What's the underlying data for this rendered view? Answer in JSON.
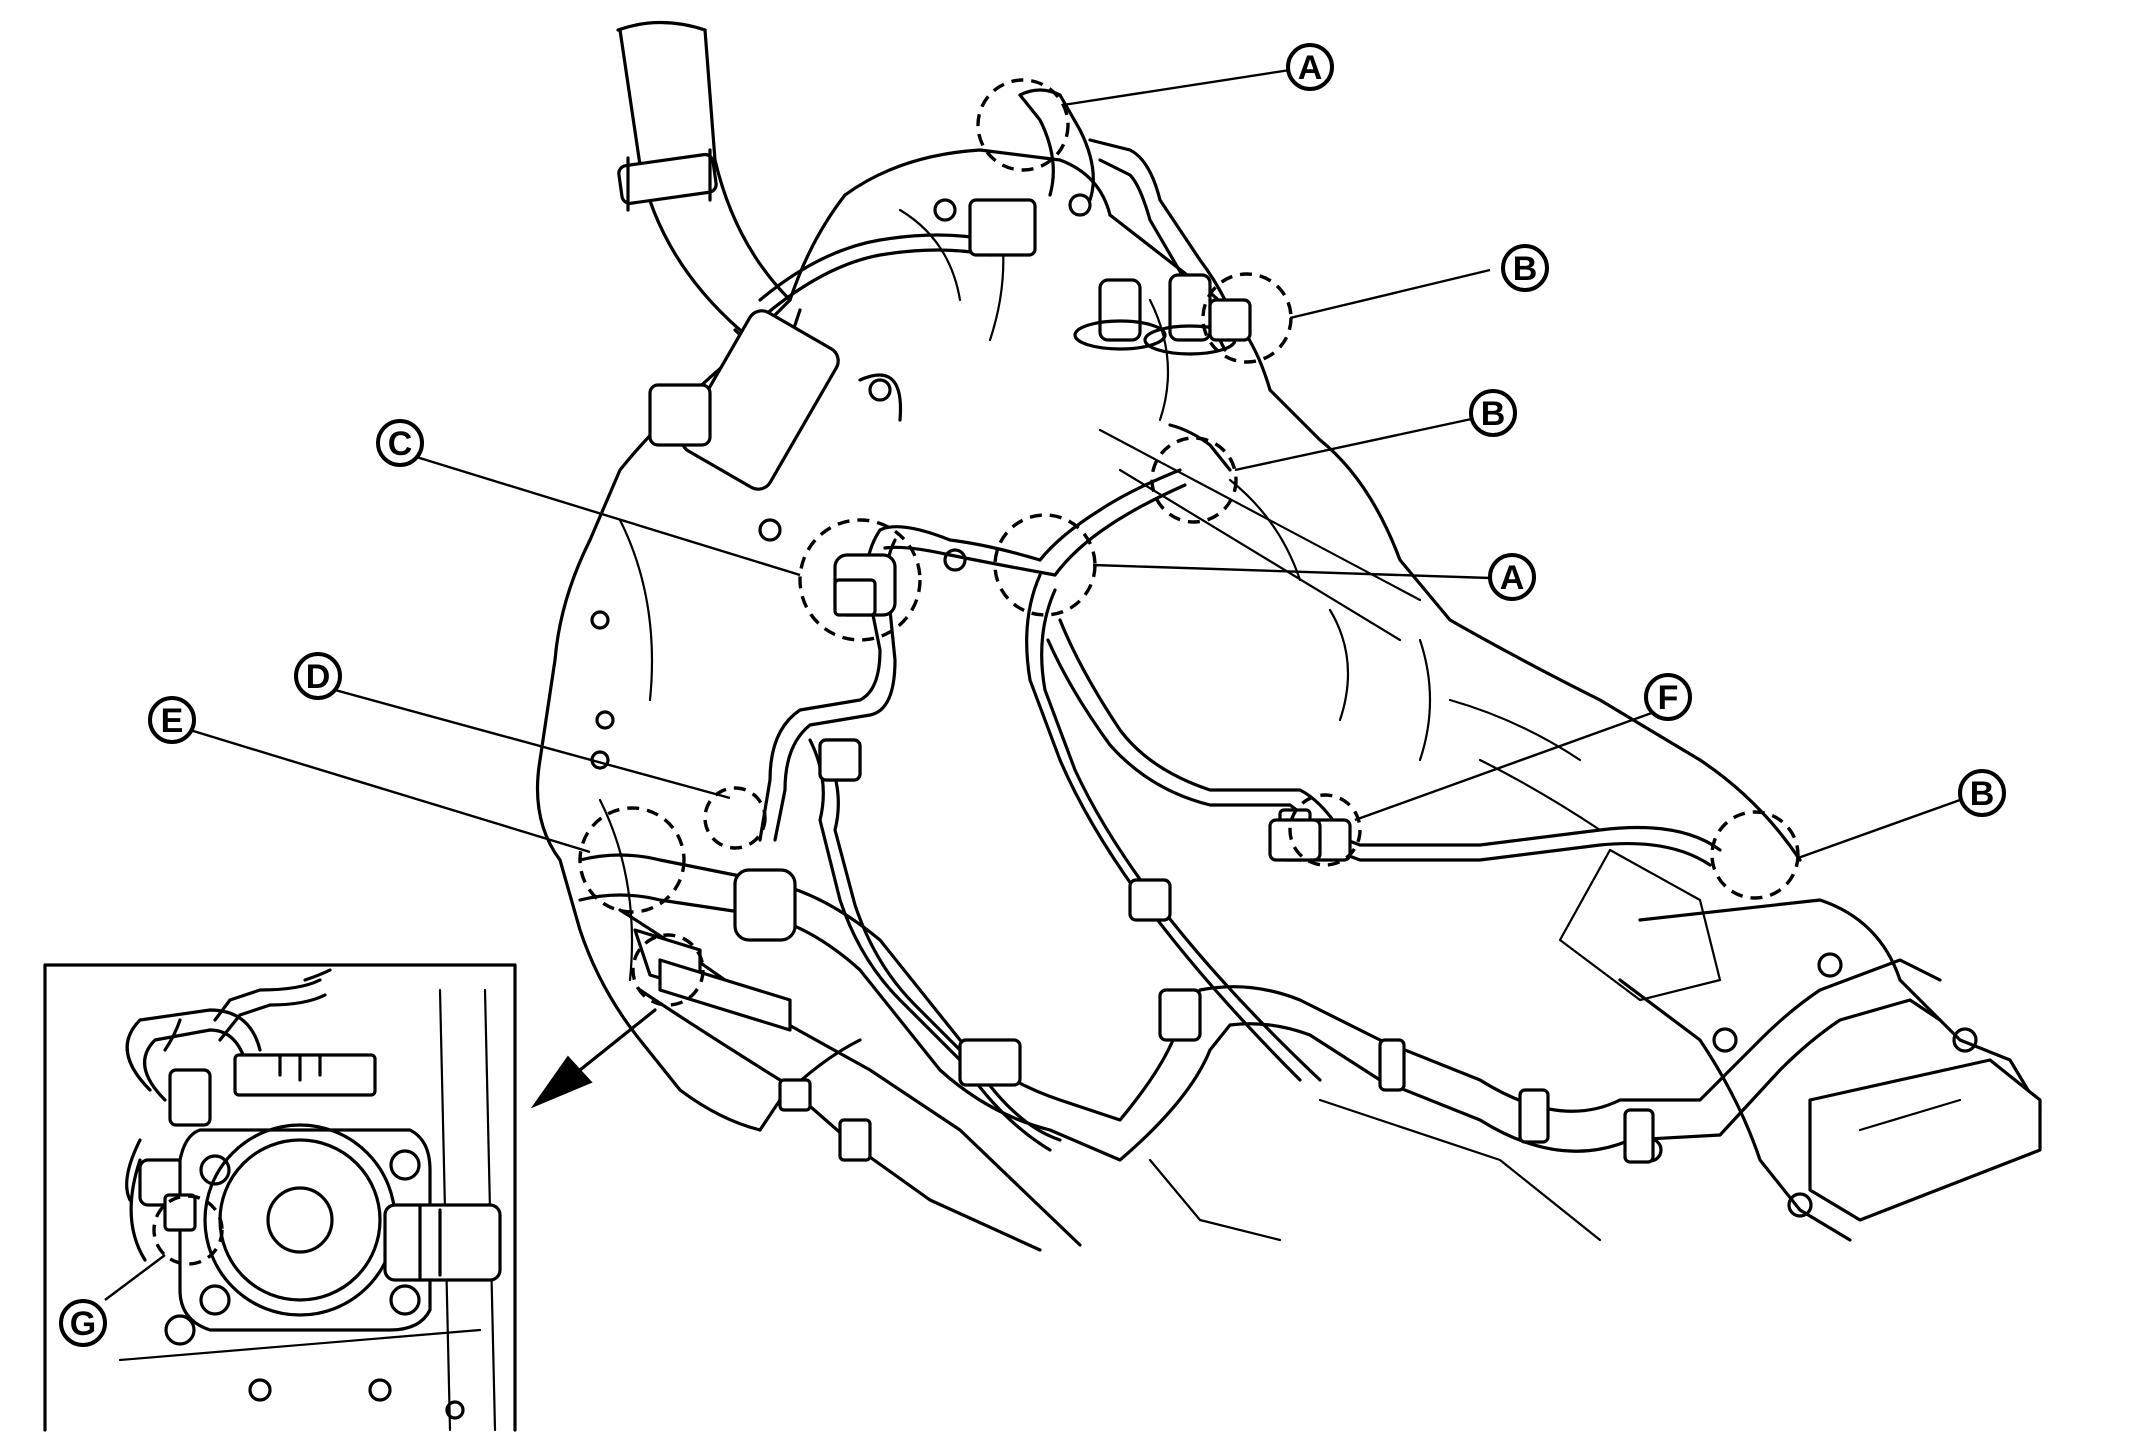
{
  "callouts": {
    "a1": "A",
    "a2": "A",
    "b1": "B",
    "b2": "B",
    "b3": "B",
    "c": "C",
    "d": "D",
    "e": "E",
    "f": "F",
    "g": "G"
  },
  "colors": {
    "line": "#000000",
    "background": "#ffffff"
  }
}
